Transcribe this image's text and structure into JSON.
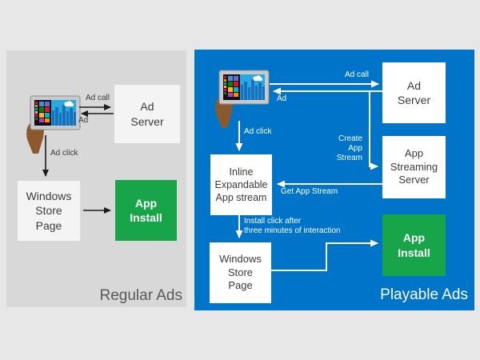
{
  "regular": {
    "title": "Regular Ads",
    "boxes": {
      "ad_server": "Ad\nServer",
      "windows_store": "Windows\nStore\nPage",
      "app_install": "App\nInstall"
    },
    "labels": {
      "ad_call": "Ad call",
      "ad": "Ad",
      "ad_click": "Ad click"
    }
  },
  "playable": {
    "title": "Playable Ads",
    "boxes": {
      "ad_server": "Ad\nServer",
      "app_streaming_server": "App\nStreaming\nServer",
      "inline_expandable": "Inline\nExpandable\nApp stream",
      "windows_store": "Windows\nStore\nPage",
      "app_install": "App\nInstall"
    },
    "labels": {
      "ad_call": "Ad call",
      "ad": "Ad",
      "ad_click": "Ad click",
      "create_app_stream": "Create\nApp\nStream",
      "get_app_stream": "Get App Stream",
      "install_click": "Install click after\nthree minutes of interaction"
    }
  },
  "colors": {
    "page_bg": "#e7e7e7",
    "panel_regular_bg": "#d8d8d8",
    "panel_playable_bg": "#0074c8",
    "box_regular_bg": "#f4f4f4",
    "box_playable_bg": "#ffffff",
    "app_install_green": "#18a549",
    "box_text": "#3b3b3b",
    "regular_title_text": "#595959",
    "arrow_dark": "#1c1c1c",
    "arrow_light": "#ffffff"
  }
}
